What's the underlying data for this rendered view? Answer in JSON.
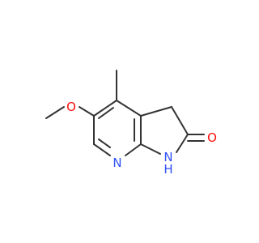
{
  "molecule": {
    "atoms": [
      {
        "id": "O_methoxy",
        "label": "O",
        "color": "#ff0d0d"
      },
      {
        "id": "N_ring",
        "label": "N",
        "color": "#3050f8"
      },
      {
        "id": "N_H",
        "label": "N",
        "h_label": "H",
        "color": "#3050f8"
      },
      {
        "id": "O_carbonyl",
        "label": "O",
        "color": "#ff0d0d"
      }
    ],
    "bond_color": "#333333"
  }
}
